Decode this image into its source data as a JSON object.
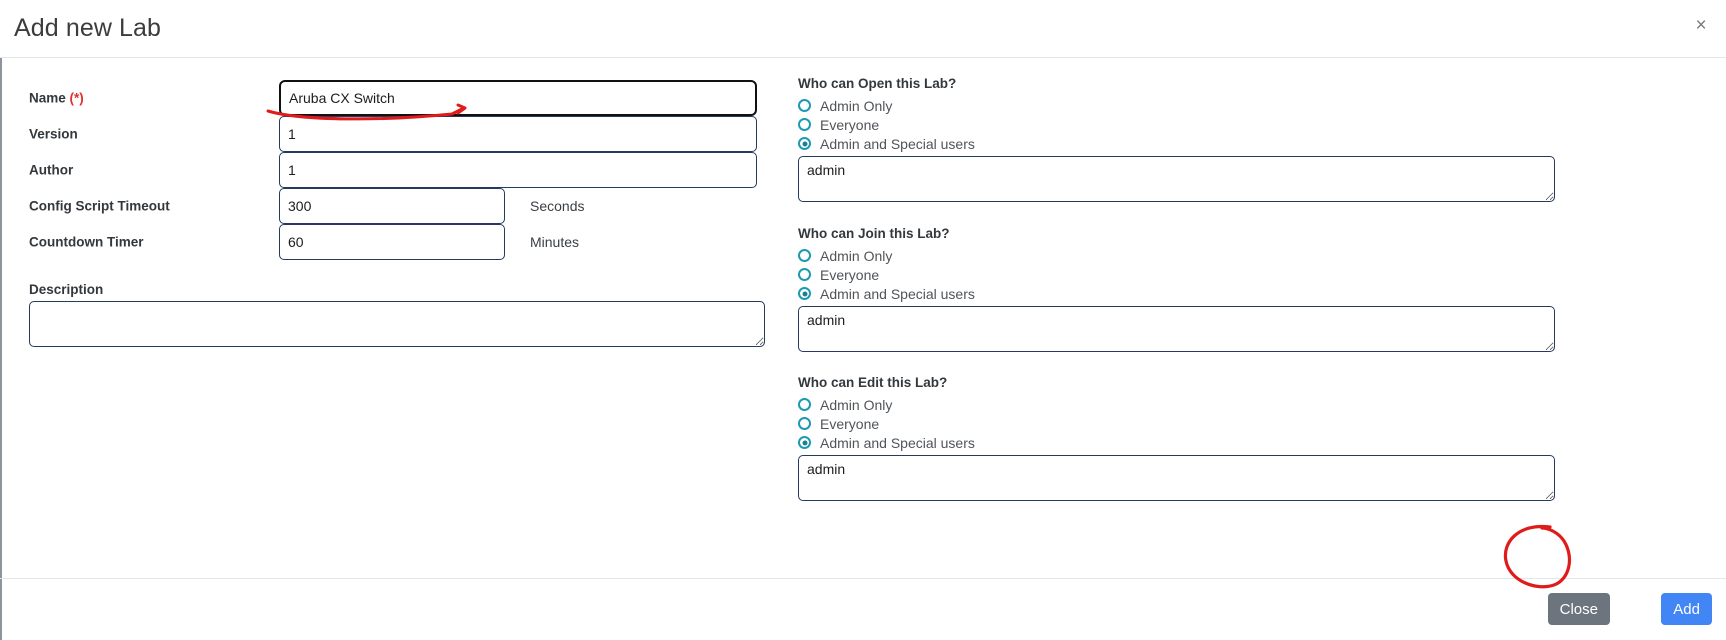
{
  "header": {
    "title": "Add new Lab",
    "close_label": "×"
  },
  "form": {
    "fields": [
      {
        "label": "Name",
        "required_marker": "(*)",
        "value": "Aruba CX Switch",
        "unit": "",
        "focused": true
      },
      {
        "label": "Version",
        "required_marker": "",
        "value": "1",
        "unit": "",
        "focused": false
      },
      {
        "label": "Author",
        "required_marker": "",
        "value": "1",
        "unit": "",
        "focused": false
      },
      {
        "label": "Config Script Timeout",
        "required_marker": "",
        "value": "300",
        "unit": "Seconds",
        "focused": false
      },
      {
        "label": "Countdown Timer",
        "required_marker": "",
        "value": "60",
        "unit": "Minutes",
        "focused": false
      }
    ],
    "description": {
      "label": "Description",
      "value": "",
      "placeholder": ""
    }
  },
  "permissions": [
    {
      "title": "Who can Open this Lab?",
      "options": [
        {
          "label": "Admin Only",
          "selected": false
        },
        {
          "label": "Everyone",
          "selected": false
        },
        {
          "label": "Admin and Special users",
          "selected": true
        }
      ],
      "users_value": "admin"
    },
    {
      "title": "Who can Join this Lab?",
      "options": [
        {
          "label": "Admin Only",
          "selected": false
        },
        {
          "label": "Everyone",
          "selected": false
        },
        {
          "label": "Admin and Special users",
          "selected": true
        }
      ],
      "users_value": "admin"
    },
    {
      "title": "Who can Edit this Lab?",
      "options": [
        {
          "label": "Admin Only",
          "selected": false
        },
        {
          "label": "Everyone",
          "selected": false
        },
        {
          "label": "Admin and Special users",
          "selected": true
        }
      ],
      "users_value": "admin"
    }
  ],
  "footer": {
    "close_label": "Close",
    "add_label": "Add"
  },
  "colors": {
    "primary_button": "#4285f4",
    "secondary_button": "#6c757d",
    "radio_accent": "#1e9ab0",
    "input_border": "#243a5e",
    "required_star": "#e03030",
    "annotation": "#e01b1b"
  },
  "annotations": {
    "name_underline": "red-underline-stroke",
    "add_button_circle": "red-circle-stroke"
  }
}
